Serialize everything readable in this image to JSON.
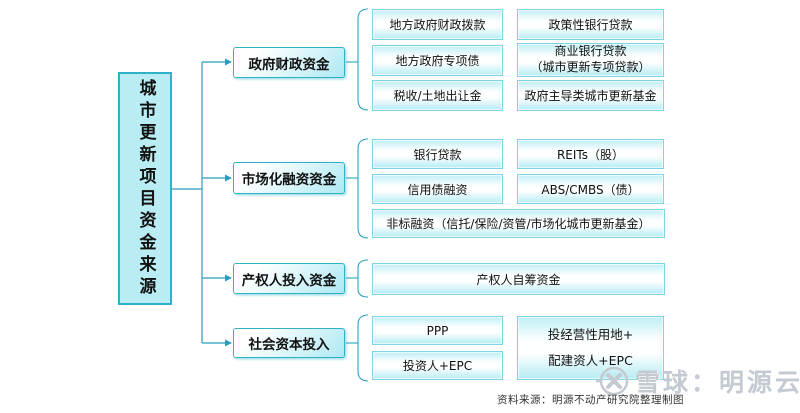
{
  "diagram": {
    "root": "城市更新项目资金来源",
    "groups": [
      {
        "category": "政府财政资金",
        "items_left": [
          "地方政府财政拨款",
          "地方政府专项债",
          "税收/土地出让金"
        ],
        "items_right": [
          [
            "政策性银行贷款"
          ],
          [
            "商业银行贷款",
            "（城市更新专项贷款）"
          ],
          [
            "政府主导类城市更新基金"
          ]
        ]
      },
      {
        "category": "市场化融资资金",
        "items_left": [
          "银行贷款",
          "信用债融资"
        ],
        "items_right": [
          [
            "REITs（股）"
          ],
          [
            "ABS/CMBS（债）"
          ]
        ],
        "item_wide": "非标融资（信托/保险/资管/市场化城市更新基金）"
      },
      {
        "category": "产权人投入资金",
        "item_wide": "产权人自筹资金"
      },
      {
        "category": "社会资本投入",
        "items_left": [
          "PPP",
          "投资人+EPC"
        ],
        "item_tall": [
          "投经营性用地+",
          "配建资人+EPC"
        ]
      }
    ]
  },
  "footer": {
    "source_text": "资料来源：明源不动产研究院整理制图"
  },
  "watermark": {
    "brand_text": "雪球：明源云",
    "logo": "snowball-logo"
  },
  "colors": {
    "accent_border": "#2fb1c7",
    "leaf_border": "#7fd4e3",
    "connector": "#2b9cbd",
    "root_fill": "#b9edf3",
    "watermark_gray": "#c3cad1"
  }
}
